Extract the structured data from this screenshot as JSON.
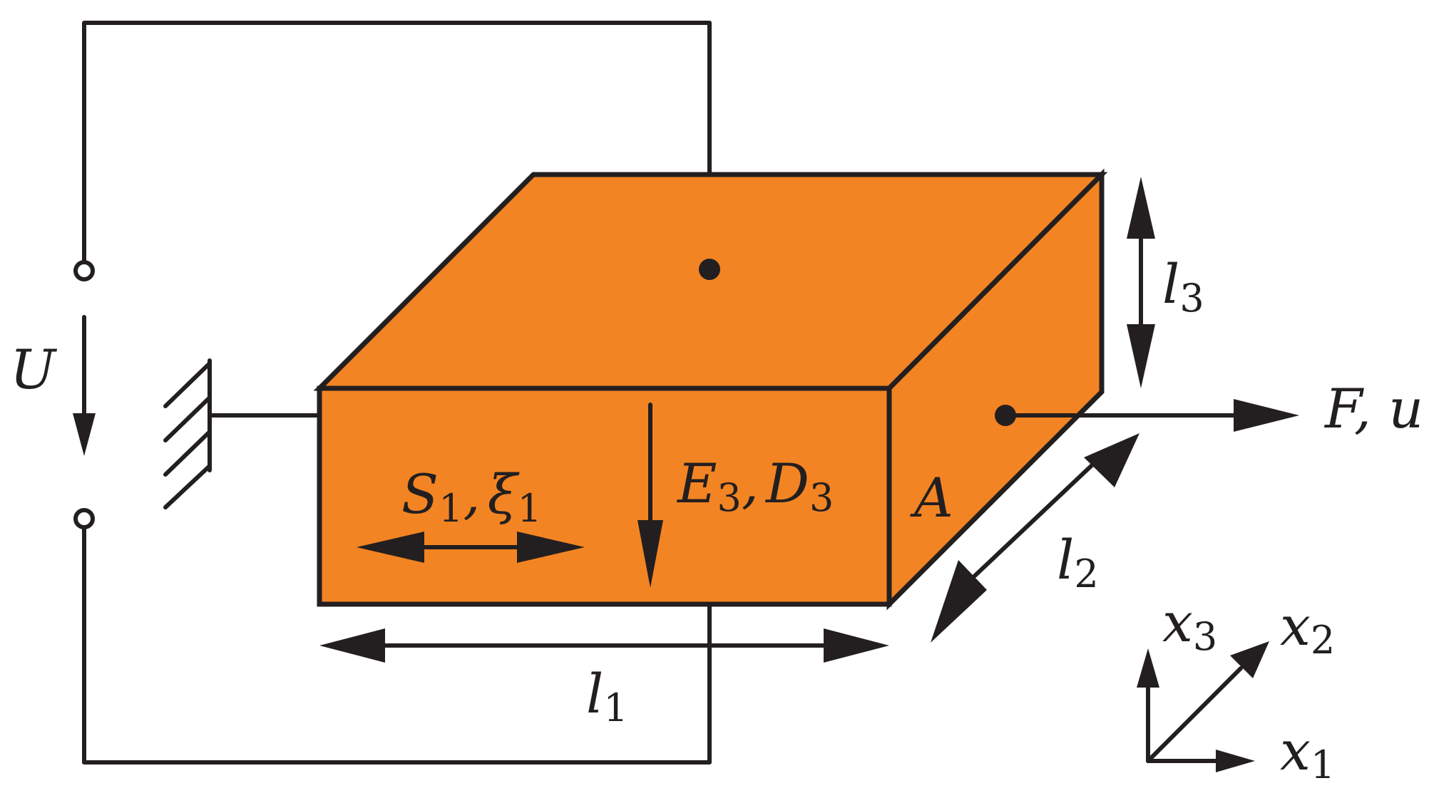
{
  "colors": {
    "block_fill": "#f38423",
    "stroke": "#231f20",
    "background": "#ffffff"
  },
  "labels": {
    "U": "U",
    "F_u": "F, u",
    "l3": {
      "main": "l",
      "sub": "3"
    },
    "l2": {
      "main": "l",
      "sub": "2"
    },
    "l1": {
      "main": "l",
      "sub": "1"
    },
    "A": "A",
    "S1_xi1": {
      "S": "S",
      "S_sub": "1",
      "sep": ",",
      "xi": "ξ",
      "xi_sub": "1"
    },
    "E3_D3": {
      "E": "E",
      "E_sub": "3",
      "sep": ",",
      "D": "D",
      "D_sub": "3"
    },
    "axes": {
      "x3": {
        "main": "x",
        "sub": "3"
      },
      "x2": {
        "main": "x",
        "sub": "2"
      },
      "x1": {
        "main": "x",
        "sub": "1"
      }
    }
  },
  "icons": {
    "terminals": "open-circle-terminal",
    "contacts": "solid-dot-contact",
    "wall": "hatched-wall-clamp"
  }
}
